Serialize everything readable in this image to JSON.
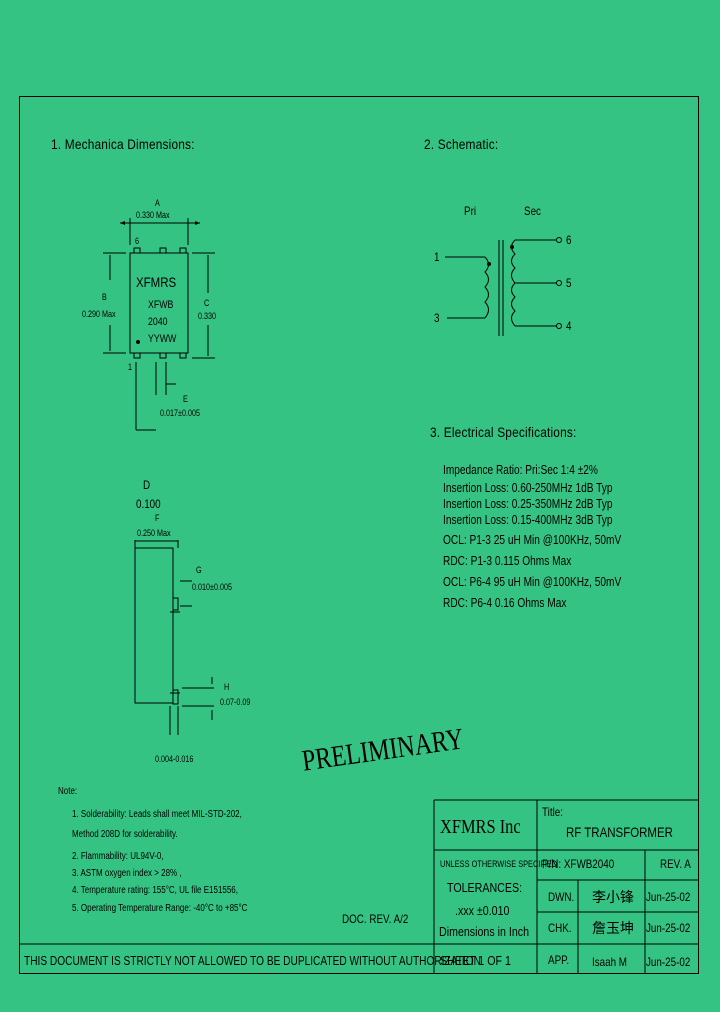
{
  "sections": {
    "mechanical": "1. Mechanica  Dimensions:",
    "schematic": "2. Schematic:",
    "electrical": "3. Electrical Specifications:"
  },
  "mechanical": {
    "dim_a_label": "A",
    "dim_a_value": "0.330 Max",
    "dim_b_label": "B",
    "dim_b_value": "0.290 Max",
    "dim_c_label": "C",
    "dim_c_value": "0.330",
    "dim_e_label": "E",
    "dim_e_value": "0.017±0.005",
    "pin6": "6",
    "pin1": "1",
    "part_marking": [
      "XFMRS",
      "XFWB",
      "2040",
      "YYWW"
    ],
    "dim_d_label": "D",
    "dim_d_value": "0.100",
    "dim_f_label": "F",
    "dim_f_value": "0.250 Max",
    "dim_g_label": "G",
    "dim_g_value": "0.010±0.005",
    "dim_h_label": "H",
    "dim_h_value": "0.07-0.09",
    "dim_bottom": "0.004-0.016"
  },
  "schematic": {
    "pri_label": "Pri",
    "sec_label": "Sec",
    "pins": [
      "1",
      "3",
      "6",
      "5",
      "4"
    ]
  },
  "electrical_specs": [
    "Impedance Ratio: Pri:Sec 1:4 ±2%",
    "Insertion Loss: 0.60-250MHz 1dB Typ",
    "Insertion Loss: 0.25-350MHz 2dB Typ",
    "Insertion Loss: 0.15-400MHz 3dB Typ",
    "OCL: P1-3 25 uH Min @100KHz, 50mV",
    "RDC: P1-3 0.115 Ohms Max",
    "OCL: P6-4 95 uH Min @100KHz, 50mV",
    "RDC: P6-4 0.16 Ohms Max"
  ],
  "watermark": "PRELIMINARY",
  "notes": {
    "title": "Note:",
    "items": [
      "1. Solderability: Leads shall meet MIL-STD-202,",
      "    Method 208D for solderability.",
      "2. Flammability: UL94V-0,",
      "3. ASTM oxygen index > 28% ,",
      "4. Temperature rating: 155°C, UL file E151556,",
      "5. Operating Temperature Range: -40°C to +85°C"
    ]
  },
  "doc_rev": "DOC. REV. A/2",
  "title_block": {
    "company": "XFMRS Inc",
    "title_label": "Title:",
    "title": "RF TRANSFORMER",
    "unless": "UNLESS OTHERWISE SPECIFIED",
    "tolerances": "TOLERANCES:",
    "tol_value": ".xxx ±0.010",
    "dim_unit": "Dimensions in Inch",
    "pn": "P/N: XFWB2040",
    "rev": "REV. A",
    "dwn_label": "DWN.",
    "dwn_sign": "李小锋",
    "dwn_date": "Jun-25-02",
    "chk_label": "CHK.",
    "chk_sign": "詹玉坤",
    "chk_date": "Jun-25-02",
    "sheet": "SHEET 1 OF 1",
    "app_label": "APP.",
    "app_name": "Isaah M",
    "app_date": "Jun-25-02"
  },
  "footer": "THIS DOCUMENT IS STRICTLY NOT ALLOWED TO BE DUPLICATED WITHOUT AUTHORIZATION"
}
